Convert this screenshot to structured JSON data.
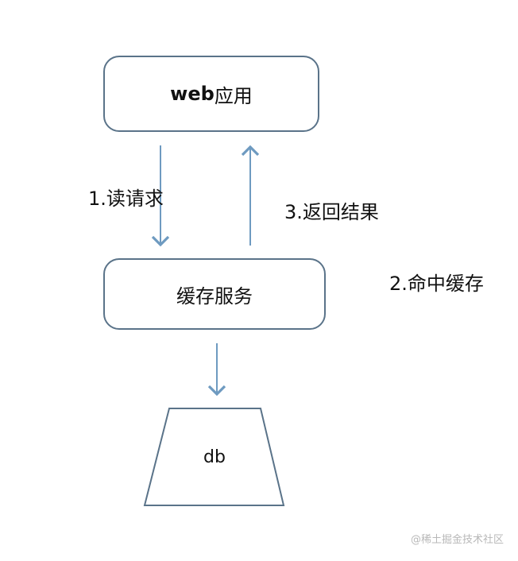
{
  "nodes": {
    "web": {
      "label_bold": "web",
      "label_rest": "应用"
    },
    "cache": {
      "label": "缓存服务"
    },
    "db": {
      "label": "db"
    }
  },
  "edges": {
    "read_request": {
      "label": "1.读请求"
    },
    "return_result": {
      "label": "3.返回结果"
    },
    "cache_hit": {
      "label": "2.命中缓存"
    }
  },
  "watermark": "@稀土掘金技术社区",
  "colors": {
    "stroke": "#5a7389",
    "arrow": "#6e9ac0",
    "text": "#111111"
  }
}
